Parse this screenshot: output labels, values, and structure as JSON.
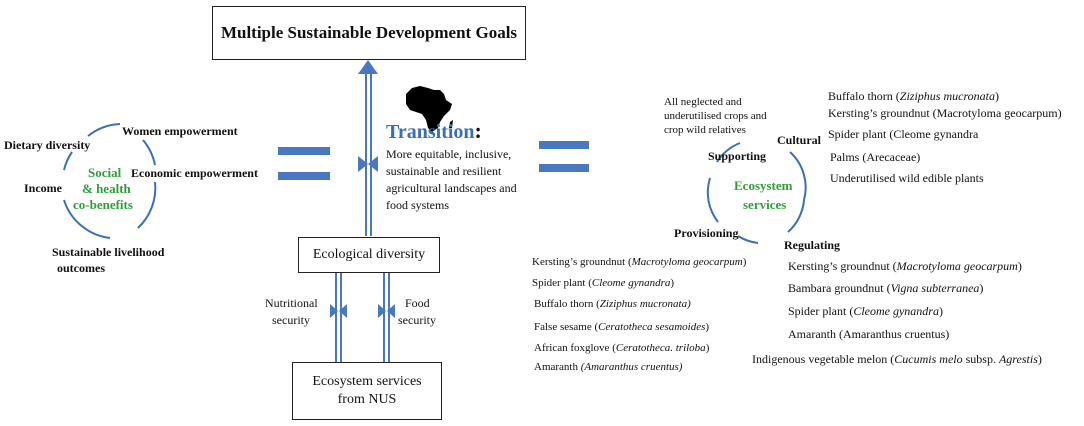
{
  "top_box": {
    "title": "Multiple Sustainable Development Goals"
  },
  "transition": {
    "heading": "Transition",
    "colon": ":",
    "lines": [
      "More equitable, inclusive,",
      "sustainable and resilient",
      "agricultural landscapes and",
      "food systems"
    ]
  },
  "social": {
    "center": [
      "Social",
      "& health",
      "co-benefits"
    ],
    "women": "Women empowerment",
    "dietary": "Dietary diversity",
    "economic": "Economic empowerment",
    "income": "Income",
    "livelihood": [
      "Sustainable livelihood",
      "outcomes"
    ]
  },
  "ecological_box": "Ecological diversity",
  "nutritional": [
    "Nutritional",
    "security"
  ],
  "food": [
    "Food",
    "security"
  ],
  "bottom_box": [
    "Ecosystem services",
    "from NUS"
  ],
  "ecosystem": {
    "center": [
      "Ecosystem",
      "services"
    ],
    "supporting": "Supporting",
    "cultural": "Cultural",
    "provisioning": "Provisioning",
    "regulating": "Regulating",
    "note": [
      "All neglected and",
      "underutilised crops and",
      "crop wild relatives"
    ]
  },
  "cultural_list": [
    {
      "common": "Buffalo thorn (",
      "sci": "Ziziphus mucronata",
      "tail": ")"
    },
    {
      "common": "Kersting’s groundnut (Macrotyloma geocarpum)",
      "sci": "",
      "tail": ""
    },
    {
      "common": "Spider plant (Cleome gynandra",
      "sci": "",
      "tail": ""
    },
    {
      "common": "Palms (Arecaceae)",
      "sci": "",
      "tail": ""
    },
    {
      "common": "Underutilised wild edible plants",
      "sci": "",
      "tail": ""
    }
  ],
  "provisioning_list": [
    {
      "common": "Kersting’s groundnut (",
      "sci": "Macrotyloma geocarpum",
      "tail": ")"
    },
    {
      "common": "Spider plant (",
      "sci": "Cleome gynandra",
      "tail": ")"
    },
    {
      "common": "Buffalo thorn (",
      "sci": "Ziziphus mucronata)",
      "tail": ""
    },
    {
      "common": "False sesame (",
      "sci": "Ceratotheca sesamoides",
      "tail": ")"
    },
    {
      "common": "African foxglove (",
      "sci": "Ceratotheca. triloba",
      "tail": ")"
    },
    {
      "common": "Amaranth ",
      "sci": "(Amaranthus cruentus)",
      "tail": ""
    }
  ],
  "regulating_list": [
    {
      "common": "Kersting’s groundnut (",
      "sci": "Macrotyloma geocarpum",
      "tail": ")"
    },
    {
      "common": "Bambara groundnut (",
      "sci": "Vigna subterranea",
      "tail": ")"
    },
    {
      "common": "Spider plant (",
      "sci": "Cleome gynandra",
      "tail": ")"
    },
    {
      "common": "Amaranth (Amaranthus cruentus)",
      "sci": "",
      "tail": ""
    },
    {
      "common": "Indigenous vegetable melon (",
      "sci": "Cucumis melo",
      "tail": " subsp. ",
      "sci2": "Agrestis",
      "tail2": ")"
    }
  ],
  "colors": {
    "blue": "#3a6fb5",
    "green": "#2e9e3a",
    "arrow": "#4a78c0"
  }
}
